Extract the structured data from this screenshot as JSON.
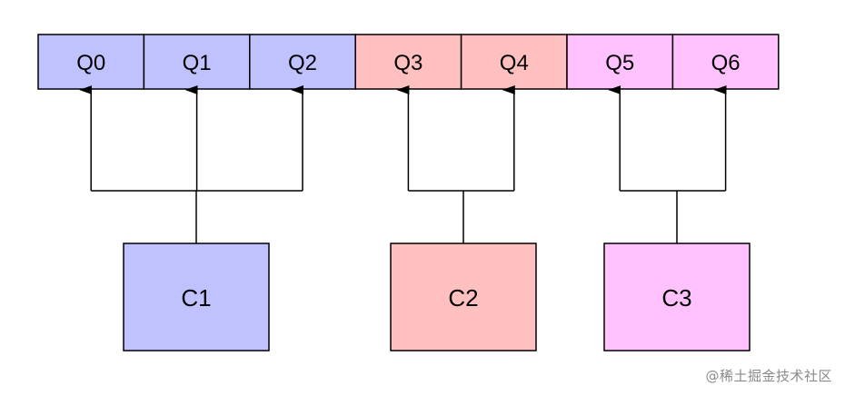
{
  "queues": [
    {
      "label": "Q0",
      "group": 0
    },
    {
      "label": "Q1",
      "group": 0
    },
    {
      "label": "Q2",
      "group": 0
    },
    {
      "label": "Q3",
      "group": 1
    },
    {
      "label": "Q4",
      "group": 1
    },
    {
      "label": "Q5",
      "group": 2
    },
    {
      "label": "Q6",
      "group": 2
    }
  ],
  "consumers": [
    {
      "label": "C1",
      "queues": [
        0,
        1,
        2
      ],
      "color": "#c0c2ff"
    },
    {
      "label": "C2",
      "queues": [
        3,
        4
      ],
      "color": "#ffc0bf"
    },
    {
      "label": "C3",
      "queues": [
        5,
        6
      ],
      "color": "#ffc2ff"
    }
  ],
  "watermark": "@稀土掘金技术社区"
}
